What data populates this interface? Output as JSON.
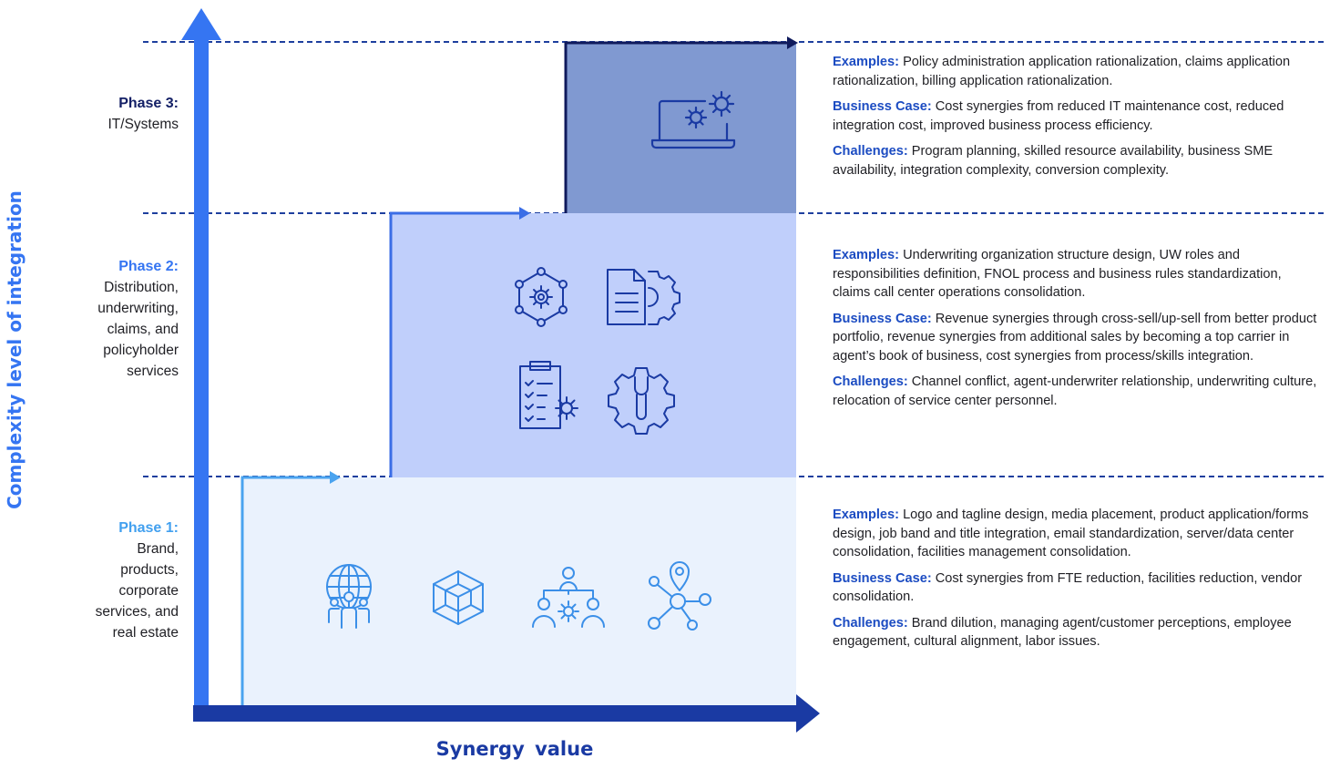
{
  "axes": {
    "y_label": "Complexity level of integration",
    "x_label": "Synergy  value"
  },
  "colors": {
    "dash": "#1e3f9e",
    "y_arrow": "#3575f2",
    "x_arrow": "#1a3aa3",
    "phase1_fill": "#eaf2fd",
    "phase1_edge": "#4aa3ef",
    "phase2_fill": "#c0cffb",
    "phase2_edge": "#3b6ee6",
    "phase3_fill": "#8099d1",
    "phase3_edge": "#0f1a5c",
    "phase1_title": "#42a0ef",
    "phase2_title": "#3575f2",
    "phase3_title": "#142066",
    "keyword": "#1c4cc2"
  },
  "phases": [
    {
      "title": "Phase 1:",
      "subtitle_lines": [
        "Brand,",
        "products,",
        "corporate",
        "services, and",
        "real estate"
      ],
      "icons": [
        "global-team-icon",
        "cube-icon",
        "org-chart-gear-icon",
        "location-network-icon"
      ],
      "examples_label": "Examples:",
      "examples_text": " Logo and tagline design, media placement, product application/forms design, job band and title integration, email standardization, server/data center consolidation, facilities management consolidation.",
      "business_label": "Business Case:",
      "business_text": " Cost synergies from FTE reduction, facilities reduction, vendor consolidation.",
      "challenges_label": "Challenges:",
      "challenges_text": " Brand dilution, managing agent/customer perceptions, employee engagement, cultural alignment, labor issues."
    },
    {
      "title": "Phase 2:",
      "subtitle_lines": [
        "Distribution,",
        "underwriting,",
        "claims, and",
        "policyholder",
        "services"
      ],
      "icons": [
        "hexagon-network-gear-icon",
        "document-gear-icon",
        "clipboard-checklist-gear-icon",
        "gear-wrench-icon"
      ],
      "examples_label": "Examples:",
      "examples_text": " Underwriting organization structure design, UW roles and responsibilities definition, FNOL process and business rules standardization, claims call center operations consolidation.",
      "business_label": "Business Case:",
      "business_text": " Revenue synergies through cross-sell/up-sell from better product portfolio, revenue synergies from additional sales by becoming a top carrier in agent’s book of business, cost synergies from process/skills integration.",
      "challenges_label": "Challenges:",
      "challenges_text": " Channel conflict, agent-underwriter relationship, underwriting culture, relocation of service center personnel."
    },
    {
      "title": "Phase 3:",
      "subtitle_lines": [
        "IT/Systems"
      ],
      "icons": [
        "laptop-gears-icon"
      ],
      "examples_label": "Examples:",
      "examples_text": " Policy administration application rationalization, claims application rationalization, billing application rationalization.",
      "business_label": "Business Case:",
      "business_text": " Cost synergies from reduced IT maintenance cost, reduced integration cost, improved business process efficiency.",
      "challenges_label": "Challenges:",
      "challenges_text": " Program planning, skilled resource availability, business SME availability, integration complexity, conversion complexity."
    }
  ]
}
